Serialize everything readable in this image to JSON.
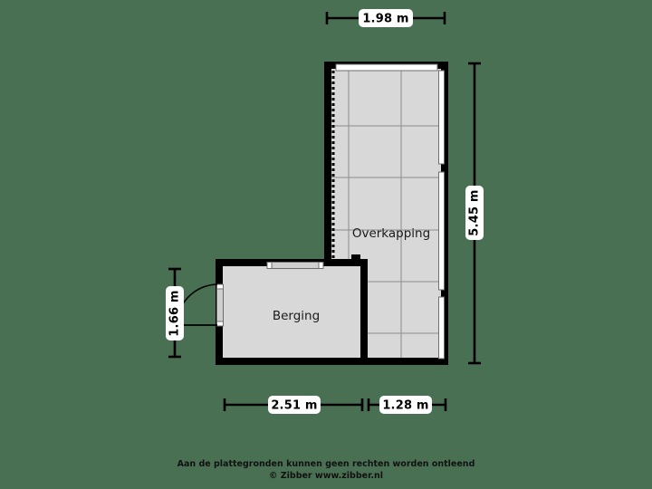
{
  "background_color": "#4a7053",
  "wall_color": "#000000",
  "floor_color": "#d8d8d8",
  "tile_line_color": "#8d8d8d",
  "rooms": [
    {
      "name": "overkapping",
      "label": "Overkapping"
    },
    {
      "name": "berging",
      "label": "Berging"
    }
  ],
  "dimensions": {
    "top": {
      "label": "1.98 m",
      "orientation": "horizontal"
    },
    "right": {
      "label": "5.45 m",
      "orientation": "vertical"
    },
    "left": {
      "label": "1.66 m",
      "orientation": "vertical"
    },
    "bottom_left": {
      "label": "2.51 m",
      "orientation": "horizontal"
    },
    "bottom_right": {
      "label": "1.28 m",
      "orientation": "horizontal"
    }
  },
  "footer": {
    "line1": "Aan de plattegronden kunnen geen rechten worden ontleend",
    "line2": "© Zibber www.zibber.nl"
  }
}
